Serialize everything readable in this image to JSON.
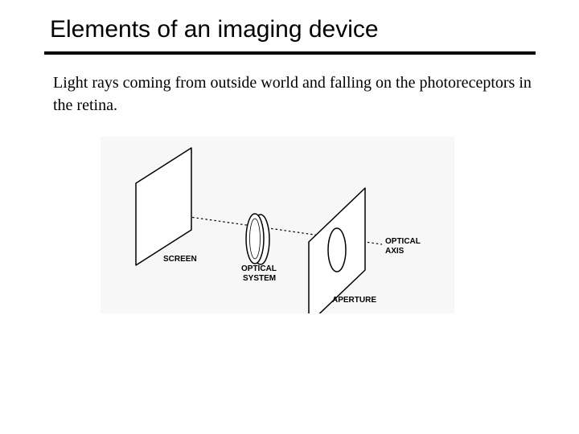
{
  "slide": {
    "title": "Elements of an imaging device",
    "body": "Light rays coming from outside world and falling on the photoreceptors in the retina."
  },
  "diagram": {
    "labels": {
      "screen": "SCREEN",
      "optical_system_line1": "OPTICAL",
      "optical_system_line2": "SYSTEM",
      "optical_axis_line1": "OPTICAL",
      "optical_axis_line2": "AXIS",
      "aperture": "APERTURE"
    }
  }
}
